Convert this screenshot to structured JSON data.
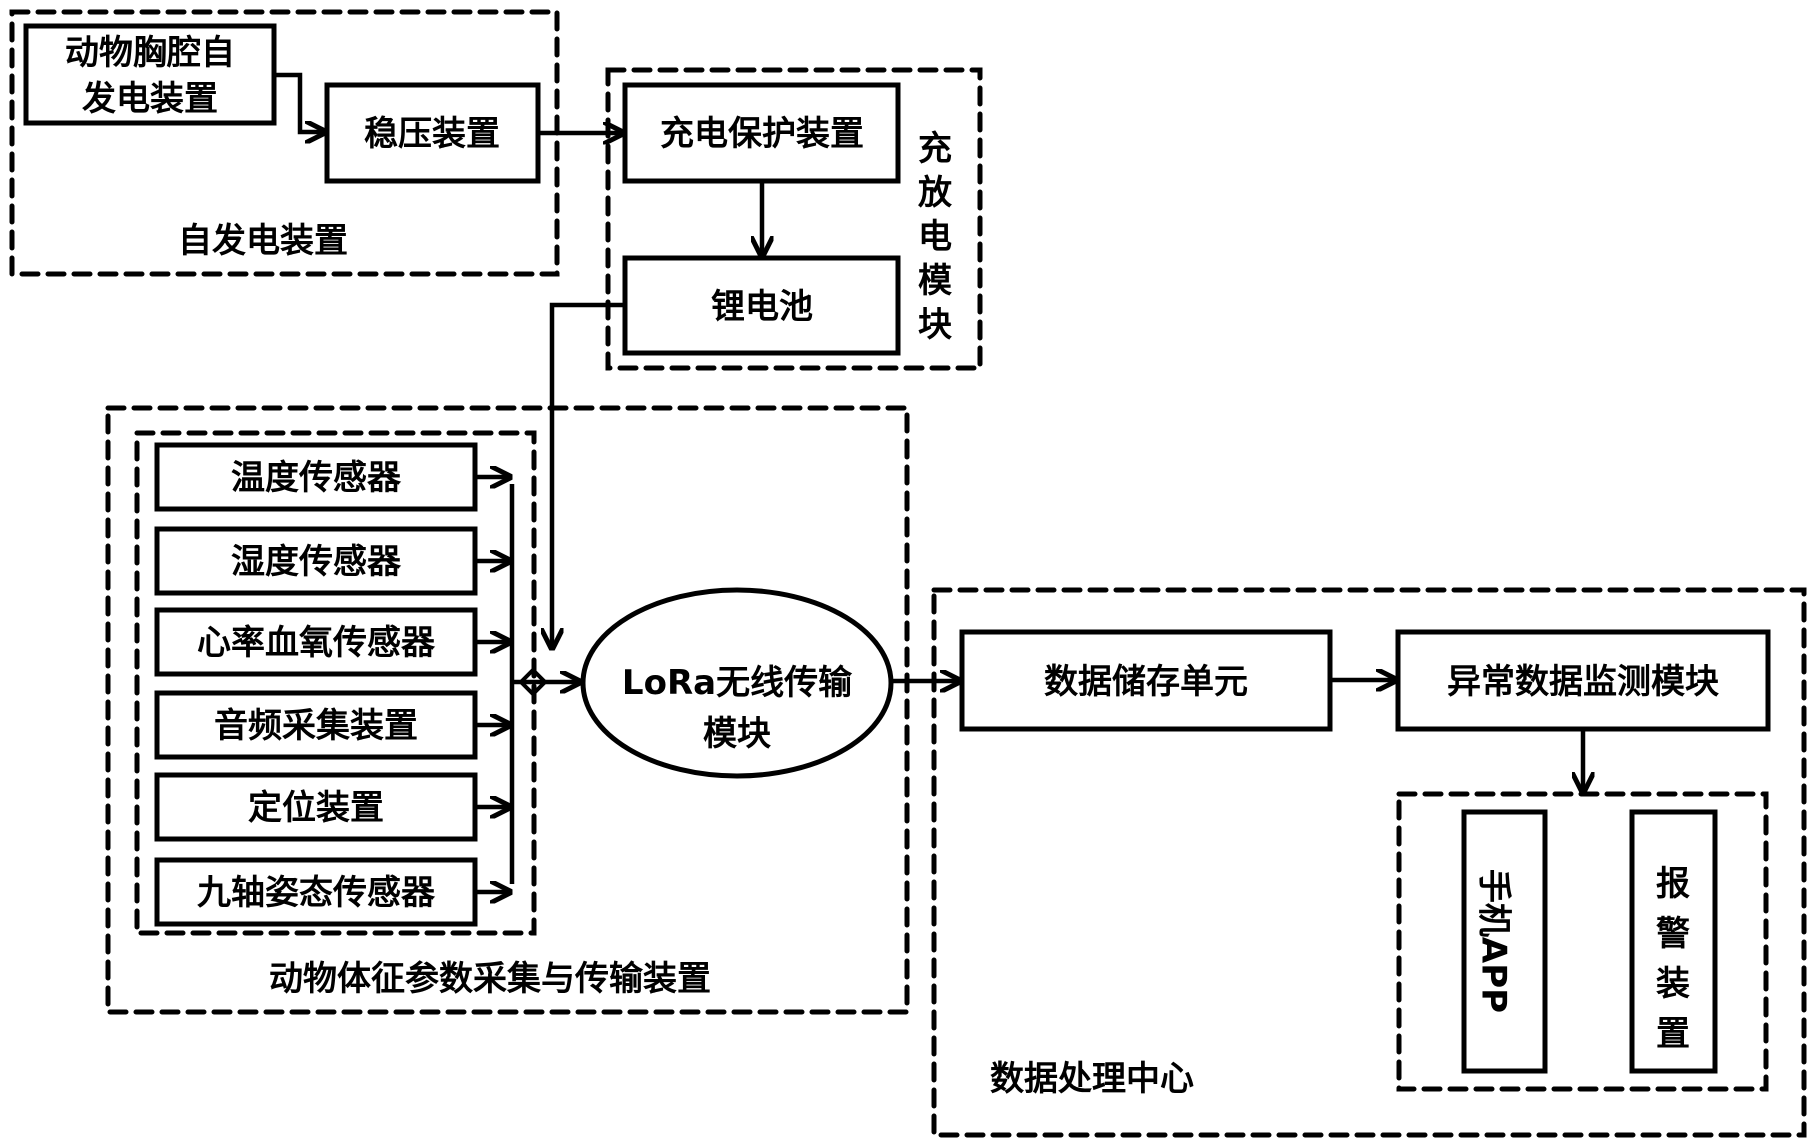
{
  "diagram": {
    "groups": {
      "self_power": {
        "label": "自发电装置"
      },
      "charge_module": {
        "label": "充放电模块"
      },
      "acquisition": {
        "label": "动物体征参数采集与传输装置"
      },
      "data_center": {
        "label": "数据处理中心"
      }
    },
    "nodes": {
      "thorax_generator": {
        "line1": "动物胸腔自",
        "line2": "发电装置"
      },
      "voltage_regulator": {
        "label": "稳压装置"
      },
      "charge_protection": {
        "label": "充电保护装置"
      },
      "lithium_battery": {
        "label": "锂电池"
      },
      "sensors": [
        {
          "label": "温度传感器"
        },
        {
          "label": "湿度传感器"
        },
        {
          "label": "心率血氧传感器"
        },
        {
          "label": "音频采集装置"
        },
        {
          "label": "定位装置"
        },
        {
          "label": "九轴姿态传感器"
        }
      ],
      "lora": {
        "line1": "LoRa无线传输",
        "line2": "模块"
      },
      "data_storage": {
        "label": "数据储存单元"
      },
      "anomaly_monitor": {
        "label": "异常数据监测模块"
      },
      "phone_app": {
        "label": "手机APP"
      },
      "alarm": {
        "label": "报警装置"
      }
    },
    "edges": [
      {
        "from": "动物胸腔自发电装置",
        "to": "稳压装置"
      },
      {
        "from": "稳压装置",
        "to": "充电保护装置"
      },
      {
        "from": "充电保护装置",
        "to": "锂电池"
      },
      {
        "from": "锂电池",
        "to": "LoRa无线传输模块"
      },
      {
        "from": "传感器组",
        "to": "LoRa无线传输模块"
      },
      {
        "from": "LoRa无线传输模块",
        "to": "数据储存单元"
      },
      {
        "from": "数据储存单元",
        "to": "异常数据监测模块"
      },
      {
        "from": "异常数据监测模块",
        "to": "手机APP / 报警装置"
      }
    ]
  }
}
